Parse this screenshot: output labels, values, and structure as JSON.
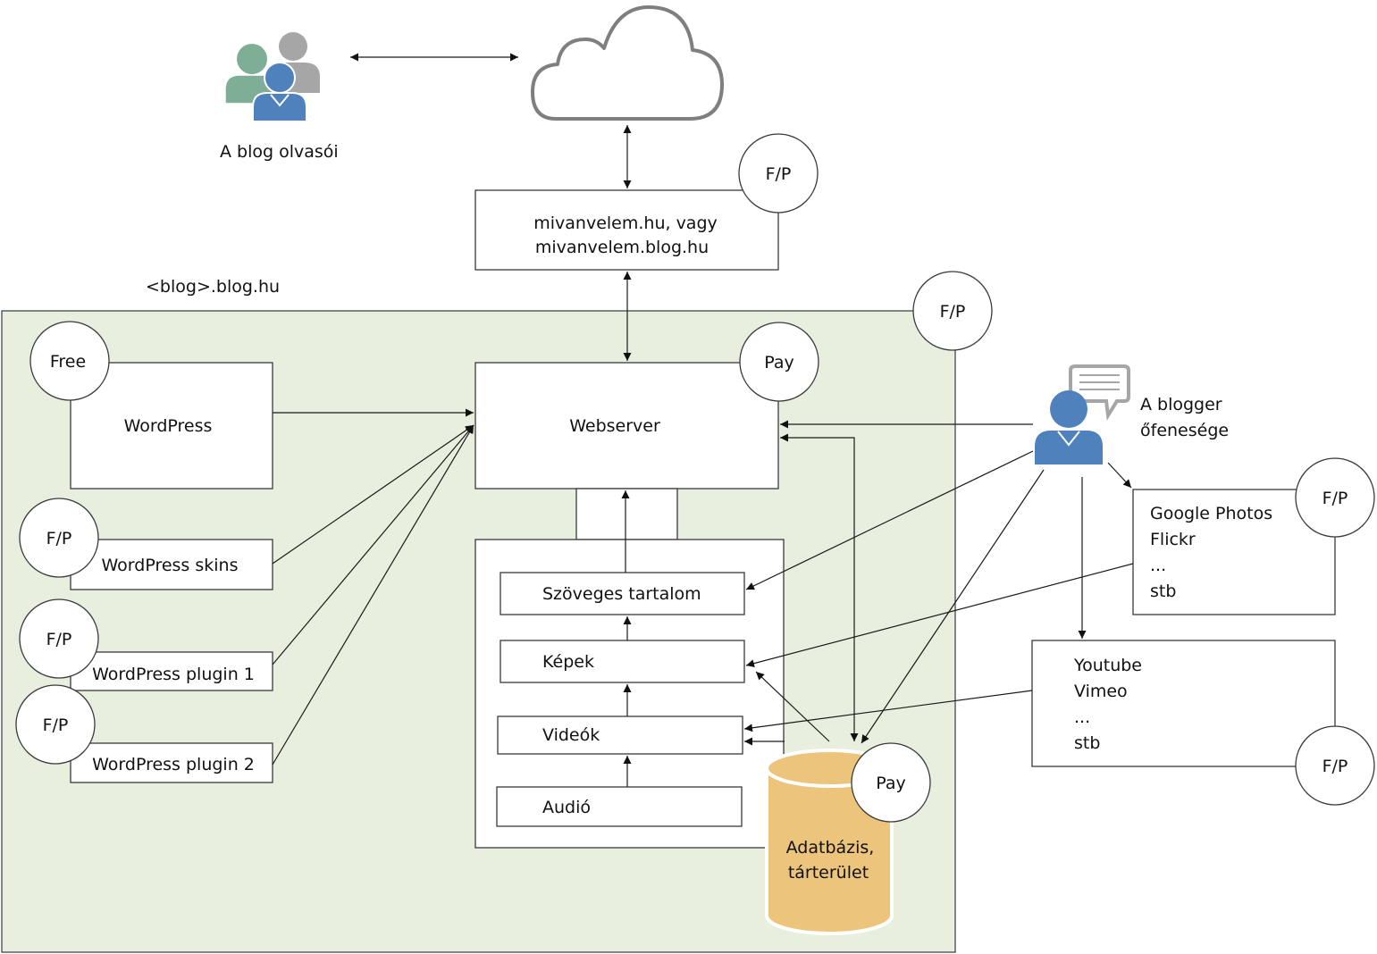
{
  "colors": {
    "blog_area_fill": "#e8efdf",
    "database_fill": "#ecc47c",
    "person_blue": "#4f81bd",
    "person_green": "#7fae97",
    "person_gray": "#a6a6a6",
    "cloud_stroke": "#7f7f7f"
  },
  "icons": {
    "readers": "people-group-icon",
    "blogger": "person-with-speech-bubble-icon",
    "internet": "cloud-icon",
    "storage": "database-cylinder-icon"
  },
  "readers_label": "A blog olvasói",
  "domain_box": {
    "line1": "mivanvelem.hu, vagy",
    "line2": "mivanvelem.blog.hu"
  },
  "blog_area_label": "<blog>.blog.hu",
  "components": {
    "wordpress": "WordPress",
    "skins": "WordPress skins",
    "plugin1": "WordPress plugin 1",
    "plugin2": "WordPress plugin 2",
    "webserver": "Webserver"
  },
  "content_items": {
    "text": "Szöveges tartalom",
    "images": "Képek",
    "videos": "Videók",
    "audio": "Audió"
  },
  "database": {
    "line1": "Adatbázis,",
    "line2": "tárterület"
  },
  "blogger": {
    "line1": "A blogger",
    "line2": "őfenesége"
  },
  "photo_services": [
    "Google Photos",
    "Flickr",
    "...",
    "stb"
  ],
  "video_services": [
    "Youtube",
    "Vimeo",
    "...",
    "stb"
  ],
  "badges": {
    "domain": "F/P",
    "blog_area": "F/P",
    "wordpress": "Free",
    "webserver": "Pay",
    "skins": "F/P",
    "plugin1": "F/P",
    "plugin2": "F/P",
    "database": "Pay",
    "photos": "F/P",
    "videos": "F/P"
  }
}
